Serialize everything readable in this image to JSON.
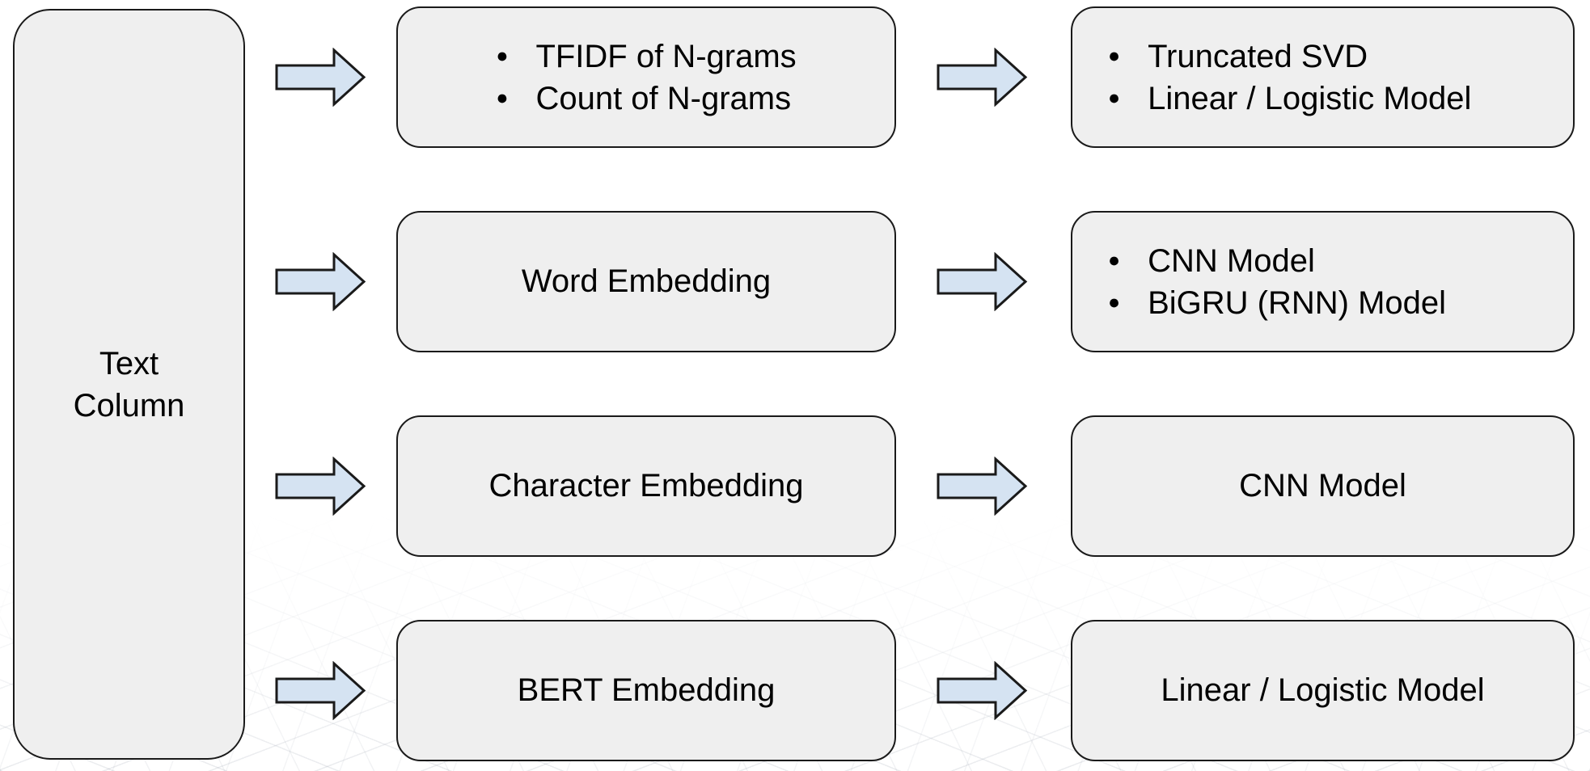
{
  "diagram": {
    "source": {
      "label": "Text Column"
    },
    "rows": [
      {
        "features": {
          "items": [
            "TFIDF of N-grams",
            "Count of N-grams"
          ]
        },
        "models": {
          "items": [
            "Truncated SVD",
            "Linear / Logistic Model"
          ]
        }
      },
      {
        "features": {
          "text": "Word Embedding"
        },
        "models": {
          "items": [
            "CNN Model",
            "BiGRU (RNN) Model"
          ]
        }
      },
      {
        "features": {
          "text": "Character Embedding"
        },
        "models": {
          "text": "CNN Model"
        }
      },
      {
        "features": {
          "text": "BERT Embedding"
        },
        "models": {
          "text": "Linear / Logistic Model"
        }
      }
    ],
    "icons": {
      "arrow": "right-block-arrow",
      "bullet": "●"
    },
    "colors": {
      "background": "#ffffff",
      "box_fill": "#efefef",
      "box_border": "#1a1a1a",
      "arrow_fill": "#d5e3f2",
      "arrow_border": "#1a1a1a",
      "text": "#000000",
      "mesh_line": "#e4e6ea"
    }
  }
}
